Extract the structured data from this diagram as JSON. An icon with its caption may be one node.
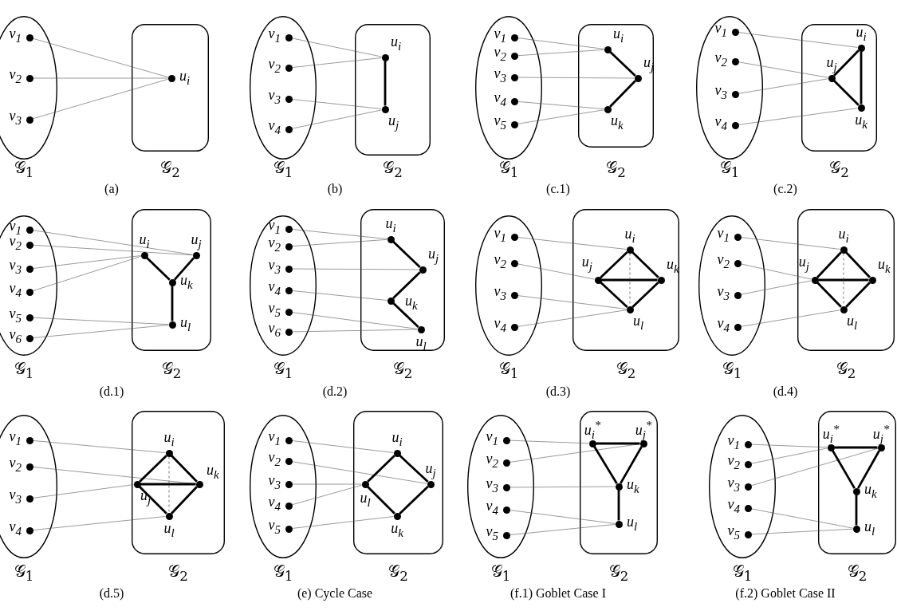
{
  "diagram": {
    "nodes": [
      {
        "text": [
          "𝒢$_{1}$"
        ]
      },
      {
        "text": [],
        "shape": "circle",
        "beside": [
          "v$_{1}$"
        ],
        "in": 0
      },
      {
        "text": [],
        "shape": "circle",
        "beside": [
          "v$_{2}$"
        ],
        "in": 0
      },
      {
        "text": [],
        "shape": "circle",
        "beside": [
          "v$_{3}$"
        ],
        "in": 0
      },
      {
        "text": [
          "𝒢$_{2}$"
        ]
      },
      {
        "text": [],
        "shape": "circle",
        "beside": [
          "u$_{i}$"
        ],
        "in": 4
      },
      {
        "text": [
          "𝒢$_{1}$"
        ]
      },
      {
        "text": [],
        "shape": "circle",
        "beside": [
          "v$_{1}$"
        ],
        "in": 6
      },
      {
        "text": [],
        "shape": "circle",
        "beside": [
          "v$_{2}$"
        ],
        "in": 6
      },
      {
        "text": [],
        "shape": "circle",
        "beside": [
          "v$_{3}$"
        ],
        "in": 6
      },
      {
        "text": [],
        "shape": "circle",
        "beside": [
          "v$_{4}$"
        ],
        "in": 6
      },
      {
        "text": [
          "𝒢$_{2}$"
        ]
      },
      {
        "text": [],
        "shape": "circle",
        "beside": [
          "u$_{i}$"
        ],
        "in": 11
      },
      {
        "text": [],
        "shape": "circle",
        "beside": [
          "u$_{j}$"
        ],
        "in": 11
      },
      {
        "text": [
          "𝒢$_{1}$"
        ]
      },
      {
        "text": [],
        "shape": "circle",
        "beside": [
          "v$_{1}$"
        ],
        "in": 14
      },
      {
        "text": [],
        "shape": "circle",
        "beside": [
          "v$_{2}$"
        ],
        "in": 14
      },
      {
        "text": [],
        "shape": "circle",
        "beside": [
          "v$_{3}$"
        ],
        "in": 14
      },
      {
        "text": [],
        "shape": "circle",
        "beside": [
          "v$_{4}$"
        ],
        "in": 14
      },
      {
        "text": [],
        "shape": "circle",
        "beside": [
          "v$_{5}$"
        ],
        "in": 14
      },
      {
        "text": [
          "𝒢$_{2}$"
        ]
      },
      {
        "text": [],
        "shape": "circle",
        "beside": [
          "u$_{i}$"
        ],
        "in": 20
      },
      {
        "text": [],
        "shape": "circle",
        "beside": [
          "u$_{j}$"
        ],
        "in": 20
      },
      {
        "text": [],
        "shape": "circle",
        "beside": [
          "u$_{k}$"
        ],
        "in": 20
      },
      {
        "text": [
          "𝒢$_{1}$"
        ]
      },
      {
        "text": [],
        "shape": "circle",
        "beside": [
          "v$_{1}$"
        ],
        "in": 24
      },
      {
        "text": [],
        "shape": "circle",
        "beside": [
          "v$_{2}$"
        ],
        "in": 24
      },
      {
        "text": [],
        "shape": "circle",
        "beside": [
          "v$_{3}$"
        ],
        "in": 24
      },
      {
        "text": [],
        "shape": "circle",
        "beside": [
          "v$_{4}$"
        ],
        "in": 24
      },
      {
        "text": [
          "𝒢$_{2}$"
        ]
      },
      {
        "text": [],
        "shape": "circle",
        "beside": [
          "u$_{i}$"
        ],
        "in": 29
      },
      {
        "text": [],
        "shape": "circle",
        "beside": [
          "u$_{j}$"
        ],
        "in": 29
      },
      {
        "text": [],
        "shape": "circle",
        "beside": [
          "u$_{k}$"
        ],
        "in": 29
      },
      {
        "text": [
          "𝒢$_{1}$"
        ]
      },
      {
        "text": [],
        "shape": "circle",
        "beside": [
          "v$_{1}$"
        ],
        "in": 33
      },
      {
        "text": [],
        "shape": "circle",
        "beside": [
          "v$_{2}$"
        ],
        "in": 33
      },
      {
        "text": [],
        "shape": "circle",
        "beside": [
          "v$_{3}$"
        ],
        "in": 33
      },
      {
        "text": [],
        "shape": "circle",
        "beside": [
          "v$_{4}$"
        ],
        "in": 33
      },
      {
        "text": [],
        "shape": "circle",
        "beside": [
          "v$_{5}$"
        ],
        "in": 33
      },
      {
        "text": [],
        "shape": "circle",
        "beside": [
          "v$_{6}$"
        ],
        "in": 33
      },
      {
        "text": [
          "𝒢$_{2}$"
        ]
      },
      {
        "text": [],
        "shape": "circle",
        "beside": [
          "u$_{i}$"
        ],
        "in": 40
      },
      {
        "text": [],
        "shape": "circle",
        "beside": [
          "u$_{j}$"
        ],
        "in": 40
      },
      {
        "text": [],
        "shape": "circle",
        "beside": [
          "u$_{k}$"
        ],
        "in": 40
      },
      {
        "text": [],
        "shape": "circle",
        "beside": [
          "u$_{l}$"
        ],
        "in": 40
      },
      {
        "text": [
          "𝒢$_{1}$"
        ]
      },
      {
        "text": [],
        "shape": "circle",
        "beside": [
          "v$_{1}$"
        ],
        "in": 45
      },
      {
        "text": [],
        "shape": "circle",
        "beside": [
          "v$_{2}$"
        ],
        "in": 45
      },
      {
        "text": [],
        "shape": "circle",
        "beside": [
          "v$_{3}$"
        ],
        "in": 45
      },
      {
        "text": [],
        "shape": "circle",
        "beside": [
          "v$_{4}$"
        ],
        "in": 45
      },
      {
        "text": [],
        "shape": "circle",
        "beside": [
          "v$_{5}$"
        ],
        "in": 45
      },
      {
        "text": [],
        "shape": "circle",
        "beside": [
          "v$_{6}$"
        ],
        "in": 45
      },
      {
        "text": [
          "𝒢$_{2}$"
        ]
      },
      {
        "text": [],
        "shape": "circle",
        "beside": [
          "u$_{i}$"
        ],
        "in": 52
      },
      {
        "text": [],
        "shape": "circle",
        "beside": [
          "u$_{j}$"
        ],
        "in": 52
      },
      {
        "text": [],
        "shape": "circle",
        "beside": [
          "u$_{k}$"
        ],
        "in": 52
      },
      {
        "text": [],
        "shape": "circle",
        "beside": [
          "u$_{l}$"
        ],
        "in": 52
      },
      {
        "text": [
          "𝒢$_{1}$"
        ]
      },
      {
        "text": [],
        "shape": "circle",
        "beside": [
          "v$_{1}$"
        ],
        "in": 57
      },
      {
        "text": [],
        "shape": "circle",
        "beside": [
          "v$_{2}$"
        ],
        "in": 57
      },
      {
        "text": [],
        "shape": "circle",
        "beside": [
          "v$_{3}$"
        ],
        "in": 57
      },
      {
        "text": [],
        "shape": "circle",
        "beside": [
          "v$_{4}$"
        ],
        "in": 57
      },
      {
        "text": [
          "𝒢$_{2}$"
        ]
      },
      {
        "text": [],
        "shape": "circle",
        "beside": [
          "u$_{i}$"
        ],
        "in": 62
      },
      {
        "text": [],
        "shape": "circle",
        "beside": [
          "u$_{j}$"
        ],
        "in": 62
      },
      {
        "text": [],
        "shape": "circle",
        "beside": [
          "u$_{k}$"
        ],
        "in": 62
      },
      {
        "text": [],
        "shape": "circle",
        "beside": [
          "u$_{l}$"
        ],
        "in": 62
      },
      {
        "text": [
          "𝒢$_{1}$"
        ]
      },
      {
        "text": [],
        "shape": "circle",
        "beside": [
          "v$_{1}$"
        ],
        "in": 67
      },
      {
        "text": [],
        "shape": "circle",
        "beside": [
          "v$_{2}$"
        ],
        "in": 67
      },
      {
        "text": [],
        "shape": "circle",
        "beside": [
          "v$_{3}$"
        ],
        "in": 67
      },
      {
        "text": [],
        "shape": "circle",
        "beside": [
          "v$_{4}$"
        ],
        "in": 67
      },
      {
        "text": [
          "𝒢$_{2}$"
        ]
      },
      {
        "text": [],
        "shape": "circle",
        "beside": [
          "u$_{i}$"
        ],
        "in": 72
      },
      {
        "text": [],
        "shape": "circle",
        "beside": [
          "u$_{j}$"
        ],
        "in": 72
      },
      {
        "text": [],
        "shape": "circle",
        "beside": [
          "u$_{k}$"
        ],
        "in": 72
      },
      {
        "text": [],
        "shape": "circle",
        "beside": [
          "u$_{l}$"
        ],
        "in": 72
      },
      {
        "text": [
          "𝒢$_{1}$"
        ]
      },
      {
        "text": [],
        "shape": "circle",
        "beside": [
          "v$_{1}$"
        ],
        "in": 77
      },
      {
        "text": [],
        "shape": "circle",
        "beside": [
          "v$_{2}$"
        ],
        "in": 77
      },
      {
        "text": [],
        "shape": "circle",
        "beside": [
          "v$_{3}$"
        ],
        "in": 77
      },
      {
        "text": [],
        "shape": "circle",
        "beside": [
          "v$_{4}$"
        ],
        "in": 77
      },
      {
        "text": [
          "𝒢$_{2}$"
        ]
      },
      {
        "text": [],
        "shape": "circle",
        "beside": [
          "u$_{i}$"
        ],
        "in": 82
      },
      {
        "text": [],
        "shape": "circle",
        "beside": [
          "u$_{j}$"
        ],
        "in": 82
      },
      {
        "text": [],
        "shape": "circle",
        "beside": [
          "u$_{k}$"
        ],
        "in": 82
      },
      {
        "text": [],
        "shape": "circle",
        "beside": [
          "u$_{l}$"
        ],
        "in": 82
      },
      {
        "text": [
          "𝒢$_{1}$"
        ]
      },
      {
        "text": [],
        "shape": "circle",
        "beside": [
          "v$_{1}$"
        ],
        "in": 87
      },
      {
        "text": [],
        "shape": "circle",
        "beside": [
          "v$_{2}$"
        ],
        "in": 87
      },
      {
        "text": [],
        "shape": "circle",
        "beside": [
          "v$_{3}$"
        ],
        "in": 87
      },
      {
        "text": [],
        "shape": "circle",
        "beside": [
          "v$_{4}$"
        ],
        "in": 87
      },
      {
        "text": [],
        "shape": "circle",
        "beside": [
          "v$_{5}$"
        ],
        "in": 87
      },
      {
        "text": [
          "𝒢$_{2}$"
        ]
      },
      {
        "text": [],
        "shape": "circle",
        "beside": [
          "u$_{i}$"
        ],
        "in": 93
      },
      {
        "text": [],
        "shape": "circle",
        "beside": [
          "u$_{j}$"
        ],
        "in": 93
      },
      {
        "text": [],
        "shape": "circle",
        "beside": [
          "u$_{l}$"
        ],
        "in": 93
      },
      {
        "text": [],
        "shape": "circle",
        "beside": [
          "u$_{k}$"
        ],
        "in": 93
      },
      {
        "text": [
          "𝒢$_{1}$"
        ]
      },
      {
        "text": [],
        "shape": "circle",
        "beside": [
          "v$_{1}$"
        ],
        "in": 98
      },
      {
        "text": [],
        "shape": "circle",
        "beside": [
          "v$_{2}$"
        ],
        "in": 98
      },
      {
        "text": [],
        "shape": "circle",
        "beside": [
          "v$_{3}$"
        ],
        "in": 98
      },
      {
        "text": [],
        "shape": "circle",
        "beside": [
          "v$_{4}$"
        ],
        "in": 98
      },
      {
        "text": [],
        "shape": "circle",
        "beside": [
          "v$_{5}$"
        ],
        "in": 98
      },
      {
        "text": [
          "𝒢$_{2}$"
        ]
      },
      {
        "text": [],
        "shape": "circle",
        "beside": [
          "u$_{i}$$^{*}$"
        ],
        "in": 104
      },
      {
        "text": [],
        "shape": "circle",
        "beside": [
          "u$_{j}$$^{*}$"
        ],
        "in": 104
      },
      {
        "text": [],
        "shape": "circle",
        "beside": [
          "u$_{k}$"
        ],
        "in": 104
      },
      {
        "text": [],
        "shape": "circle",
        "beside": [
          "u$_{l}$"
        ],
        "in": 104
      },
      {
        "text": [
          "𝒢$_{1}$"
        ]
      },
      {
        "text": [],
        "shape": "circle",
        "beside": [
          "v$_{1}$"
        ],
        "in": 109
      },
      {
        "text": [],
        "shape": "circle",
        "beside": [
          "v$_{2}$"
        ],
        "in": 109
      },
      {
        "text": [],
        "shape": "circle",
        "beside": [
          "v$_{3}$"
        ],
        "in": 109
      },
      {
        "text": [],
        "shape": "circle",
        "beside": [
          "v$_{4}$"
        ],
        "in": 109
      },
      {
        "text": [],
        "shape": "circle",
        "beside": [
          "v$_{5}$"
        ],
        "in": 109
      },
      {
        "text": [
          "𝒢$_{2}$"
        ]
      },
      {
        "text": [],
        "shape": "circle",
        "beside": [
          "u$_{i}$$^{*}$"
        ],
        "in": 115
      },
      {
        "text": [],
        "shape": "circle",
        "beside": [
          "u$_{j}$$^{*}$"
        ],
        "in": 115
      },
      {
        "text": [],
        "shape": "circle",
        "beside": [
          "u$_{k}$"
        ],
        "in": 115
      },
      {
        "text": [],
        "shape": "circle",
        "beside": [
          "u$_{l}$"
        ],
        "in": 115
      }
    ],
    "edges": [
      {
        "from": 1,
        "to": 5,
        "arrow": "none"
      },
      {
        "from": 2,
        "to": 5,
        "arrow": "none"
      },
      {
        "from": 3,
        "to": 5,
        "arrow": "none"
      },
      {
        "from": 7,
        "to": 12,
        "arrow": "none"
      },
      {
        "from": 8,
        "to": 12,
        "arrow": "none"
      },
      {
        "from": 9,
        "to": 13,
        "arrow": "none"
      },
      {
        "from": 10,
        "to": 13,
        "arrow": "none"
      },
      {
        "from": 12,
        "to": 13,
        "arrow": "none",
        "style": "thick"
      },
      {
        "from": 15,
        "to": 21,
        "arrow": "none"
      },
      {
        "from": 16,
        "to": 21,
        "arrow": "none"
      },
      {
        "from": 17,
        "to": 22,
        "arrow": "none"
      },
      {
        "from": 18,
        "to": 23,
        "arrow": "none"
      },
      {
        "from": 19,
        "to": 23,
        "arrow": "none"
      },
      {
        "from": 21,
        "to": 22,
        "arrow": "none",
        "style": "thick"
      },
      {
        "from": 22,
        "to": 23,
        "arrow": "none",
        "style": "thick"
      },
      {
        "from": 25,
        "to": 30,
        "arrow": "none"
      },
      {
        "from": 26,
        "to": 31,
        "arrow": "none"
      },
      {
        "from": 27,
        "to": 31,
        "arrow": "none"
      },
      {
        "from": 28,
        "to": 32,
        "arrow": "none"
      },
      {
        "from": 30,
        "to": 31,
        "arrow": "none",
        "style": "thick"
      },
      {
        "from": 31,
        "to": 32,
        "arrow": "none",
        "style": "thick"
      },
      {
        "from": 30,
        "to": 32,
        "arrow": "none",
        "style": "thick"
      },
      {
        "from": 34,
        "to": 42,
        "arrow": "none"
      },
      {
        "from": 35,
        "to": 42,
        "arrow": "none"
      },
      {
        "from": 36,
        "to": 41,
        "arrow": "none"
      },
      {
        "from": 37,
        "to": 41,
        "arrow": "none"
      },
      {
        "from": 38,
        "to": 44,
        "arrow": "none"
      },
      {
        "from": 39,
        "to": 44,
        "arrow": "none"
      },
      {
        "from": 41,
        "to": 43,
        "arrow": "none",
        "style": "thick"
      },
      {
        "from": 42,
        "to": 43,
        "arrow": "none",
        "style": "thick"
      },
      {
        "from": 43,
        "to": 44,
        "arrow": "none",
        "style": "thick"
      },
      {
        "from": 46,
        "to": 53,
        "arrow": "none"
      },
      {
        "from": 47,
        "to": 53,
        "arrow": "none"
      },
      {
        "from": 48,
        "to": 54,
        "arrow": "none"
      },
      {
        "from": 49,
        "to": 55,
        "arrow": "none"
      },
      {
        "from": 50,
        "to": 56,
        "arrow": "none"
      },
      {
        "from": 51,
        "to": 56,
        "arrow": "none"
      },
      {
        "from": 53,
        "to": 54,
        "arrow": "none",
        "style": "thick"
      },
      {
        "from": 54,
        "to": 55,
        "arrow": "none",
        "style": "thick"
      },
      {
        "from": 55,
        "to": 56,
        "arrow": "none",
        "style": "thick"
      },
      {
        "from": 58,
        "to": 63,
        "arrow": "none"
      },
      {
        "from": 59,
        "to": 64,
        "arrow": "none"
      },
      {
        "from": 60,
        "to": 66,
        "arrow": "none"
      },
      {
        "from": 61,
        "to": 66,
        "arrow": "none"
      },
      {
        "from": 63,
        "to": 64,
        "arrow": "none",
        "style": "thick"
      },
      {
        "from": 63,
        "to": 65,
        "arrow": "none",
        "style": "thick"
      },
      {
        "from": 64,
        "to": 65,
        "arrow": "none",
        "style": "thick"
      },
      {
        "from": 64,
        "to": 66,
        "arrow": "none",
        "style": "thick"
      },
      {
        "from": 65,
        "to": 66,
        "arrow": "none",
        "style": "thick"
      },
      {
        "from": 63,
        "to": 66,
        "arrow": "none",
        "style": "dashed"
      },
      {
        "from": 68,
        "to": 73,
        "arrow": "none"
      },
      {
        "from": 69,
        "to": 74,
        "arrow": "none"
      },
      {
        "from": 70,
        "to": 74,
        "arrow": "none"
      },
      {
        "from": 71,
        "to": 76,
        "arrow": "none"
      },
      {
        "from": 73,
        "to": 74,
        "arrow": "none",
        "style": "thick"
      },
      {
        "from": 73,
        "to": 75,
        "arrow": "none",
        "style": "thick"
      },
      {
        "from": 74,
        "to": 75,
        "arrow": "none",
        "style": "thick"
      },
      {
        "from": 74,
        "to": 76,
        "arrow": "none",
        "style": "thick"
      },
      {
        "from": 75,
        "to": 76,
        "arrow": "none",
        "style": "thick"
      },
      {
        "from": 73,
        "to": 76,
        "arrow": "none",
        "style": "dashed"
      },
      {
        "from": 78,
        "to": 83,
        "arrow": "none"
      },
      {
        "from": 79,
        "to": 85,
        "arrow": "none"
      },
      {
        "from": 80,
        "to": 84,
        "arrow": "none"
      },
      {
        "from": 81,
        "to": 86,
        "arrow": "none"
      },
      {
        "from": 83,
        "to": 84,
        "arrow": "none",
        "style": "thick"
      },
      {
        "from": 83,
        "to": 85,
        "arrow": "none",
        "style": "thick"
      },
      {
        "from": 84,
        "to": 85,
        "arrow": "none",
        "style": "thick"
      },
      {
        "from": 84,
        "to": 86,
        "arrow": "none",
        "style": "thick"
      },
      {
        "from": 85,
        "to": 86,
        "arrow": "none",
        "style": "thick"
      },
      {
        "from": 83,
        "to": 86,
        "arrow": "none",
        "style": "dashed"
      },
      {
        "from": 88,
        "to": 94,
        "arrow": "none"
      },
      {
        "from": 89,
        "to": 95,
        "arrow": "none"
      },
      {
        "from": 90,
        "to": 96,
        "arrow": "none"
      },
      {
        "from": 91,
        "to": 96,
        "arrow": "none"
      },
      {
        "from": 92,
        "to": 97,
        "arrow": "none"
      },
      {
        "from": 94,
        "to": 95,
        "arrow": "none",
        "style": "thick"
      },
      {
        "from": 95,
        "to": 97,
        "arrow": "none",
        "style": "thick"
      },
      {
        "from": 97,
        "to": 96,
        "arrow": "none",
        "style": "thick"
      },
      {
        "from": 96,
        "to": 94,
        "arrow": "none",
        "style": "thick"
      },
      {
        "from": 99,
        "to": 105,
        "arrow": "none"
      },
      {
        "from": 100,
        "to": 106,
        "arrow": "none"
      },
      {
        "from": 101,
        "to": 107,
        "arrow": "none"
      },
      {
        "from": 102,
        "to": 108,
        "arrow": "none"
      },
      {
        "from": 103,
        "to": 108,
        "arrow": "none"
      },
      {
        "from": 105,
        "to": 106,
        "arrow": "none",
        "style": "thick"
      },
      {
        "from": 105,
        "to": 107,
        "arrow": "none",
        "style": "thick"
      },
      {
        "from": 106,
        "to": 107,
        "arrow": "none",
        "style": "thick"
      },
      {
        "from": 107,
        "to": 108,
        "arrow": "none",
        "style": "thick"
      },
      {
        "from": 110,
        "to": 116,
        "arrow": "none"
      },
      {
        "from": 111,
        "to": 116,
        "arrow": "none"
      },
      {
        "from": 112,
        "to": 117,
        "arrow": "none"
      },
      {
        "from": 113,
        "to": 119,
        "arrow": "none"
      },
      {
        "from": 114,
        "to": 119,
        "arrow": "none"
      },
      {
        "from": 116,
        "to": 117,
        "arrow": "none",
        "style": "thick"
      },
      {
        "from": 116,
        "to": 118,
        "arrow": "none",
        "style": "thick"
      },
      {
        "from": 117,
        "to": 118,
        "arrow": "none",
        "style": "thick"
      },
      {
        "from": 118,
        "to": 119,
        "arrow": "none",
        "style": "thick"
      }
    ],
    "labels": [
      "(a)",
      "(b)",
      "(c.1)",
      "(c.2)",
      "(d.1)",
      "(d.2)",
      "(d.3)",
      "(d.4)",
      "(d.5)",
      "(e) Cycle Case",
      "(f.1) Goblet Case I",
      "(f.2) Goblet Case II"
    ]
  }
}
